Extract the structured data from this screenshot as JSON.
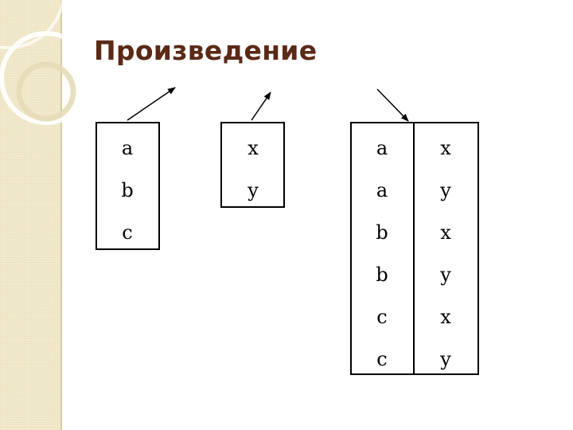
{
  "title": "Произведение",
  "relation_a": {
    "rows": [
      "a",
      "b",
      "c"
    ]
  },
  "relation_b": {
    "rows": [
      "x",
      "y"
    ]
  },
  "product": {
    "rows": [
      [
        "a",
        "x"
      ],
      [
        "a",
        "y"
      ],
      [
        "b",
        "x"
      ],
      [
        "b",
        "y"
      ],
      [
        "c",
        "x"
      ],
      [
        "c",
        "y"
      ]
    ]
  },
  "colors": {
    "title": "#5a2a17",
    "strip": "#f3ebcf",
    "line": "#000000"
  }
}
